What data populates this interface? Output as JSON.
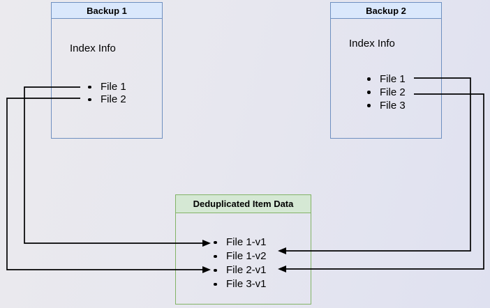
{
  "diagram": {
    "backup1": {
      "title": "Backup 1",
      "info_label": "Index Info",
      "items": [
        "File 1",
        "File 2"
      ]
    },
    "backup2": {
      "title": "Backup 2",
      "info_label": "Index Info",
      "items": [
        "File 1",
        "File 2",
        "File 3"
      ]
    },
    "dedup": {
      "title": "Deduplicated Item Data",
      "items": [
        "File 1-v1",
        "File 1-v2",
        "File 2-v1",
        "File 3-v1"
      ]
    },
    "connections": [
      {
        "from": "Backup 1 / File 1",
        "to": "File 1-v1"
      },
      {
        "from": "Backup 1 / File 2",
        "to": "File 2-v1"
      },
      {
        "from": "Backup 2 / File 1",
        "to": "File 1-v2"
      },
      {
        "from": "Backup 2 / File 2",
        "to": "File 2-v1"
      }
    ],
    "colors": {
      "blue_border": "#6e8fc0",
      "blue_header_fill": "#dae8fc",
      "green_border": "#82b366",
      "green_header_fill": "#d5e8d4",
      "arrow": "#000000"
    }
  }
}
